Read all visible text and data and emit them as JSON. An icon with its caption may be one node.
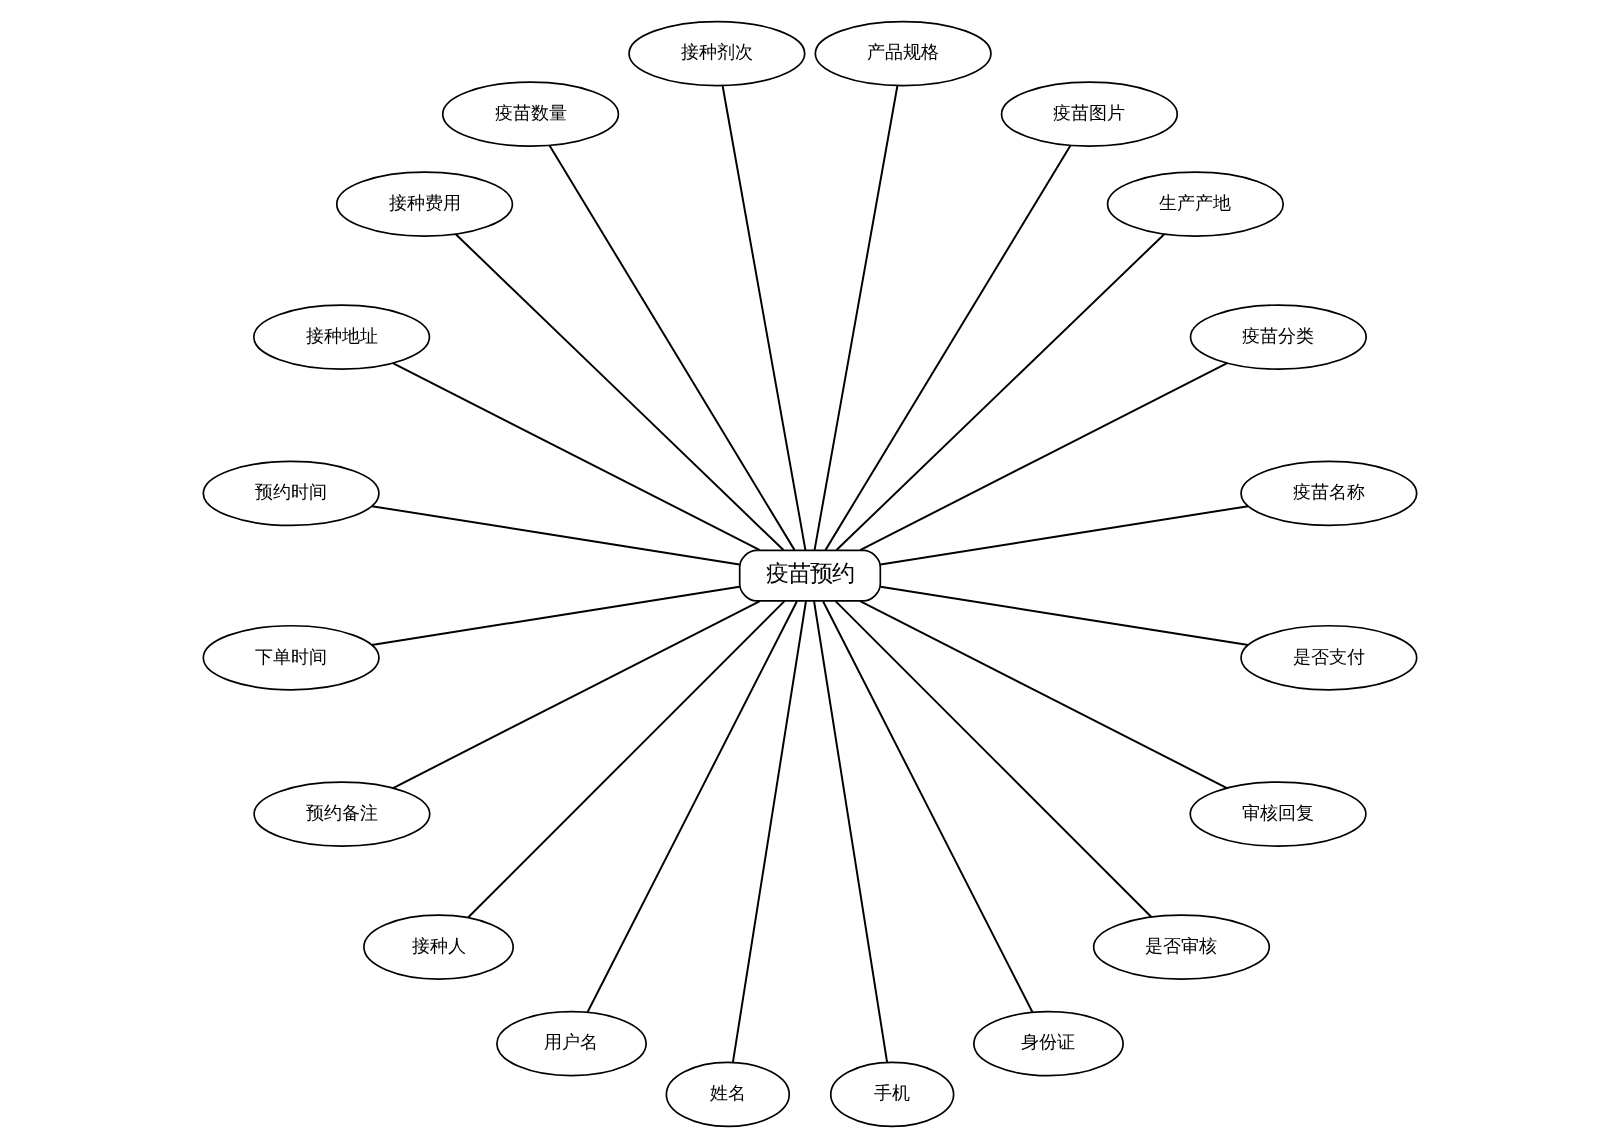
{
  "diagram": {
    "nodes": [
      {
        "text": [
          "疫苗预约"
        ]
      },
      {
        "text": [
          "疫苗名称"
        ]
      },
      {
        "text": [
          "疫苗分类"
        ]
      },
      {
        "text": [
          "生产产地"
        ]
      },
      {
        "text": [
          "疫苗图片"
        ]
      },
      {
        "text": [
          "产品规格"
        ]
      },
      {
        "text": [
          "接种剂次"
        ]
      },
      {
        "text": [
          "疫苗数量"
        ]
      },
      {
        "text": [
          "接种费用"
        ]
      },
      {
        "text": [
          "接种地址"
        ]
      },
      {
        "text": [
          "预约时间"
        ]
      },
      {
        "text": [
          "下单时间"
        ]
      },
      {
        "text": [
          "预约备注"
        ]
      },
      {
        "text": [
          "接种人"
        ]
      },
      {
        "text": [
          "用户名"
        ]
      },
      {
        "text": [
          "姓名"
        ]
      },
      {
        "text": [
          "手机"
        ]
      },
      {
        "text": [
          "身份证"
        ]
      },
      {
        "text": [
          "是否审核"
        ]
      },
      {
        "text": [
          "审核回复"
        ]
      },
      {
        "text": [
          "是否支付"
        ]
      }
    ],
    "edges": [
      {
        "from": 0,
        "to": 1,
        "arrow": "none"
      },
      {
        "from": 0,
        "to": 2,
        "arrow": "none"
      },
      {
        "from": 0,
        "to": 3,
        "arrow": "none"
      },
      {
        "from": 0,
        "to": 4,
        "arrow": "none"
      },
      {
        "from": 0,
        "to": 5,
        "arrow": "none"
      },
      {
        "from": 0,
        "to": 6,
        "arrow": "none"
      },
      {
        "from": 0,
        "to": 7,
        "arrow": "none"
      },
      {
        "from": 0,
        "to": 8,
        "arrow": "none"
      },
      {
        "from": 0,
        "to": 9,
        "arrow": "none"
      },
      {
        "from": 0,
        "to": 10,
        "arrow": "none"
      },
      {
        "from": 0,
        "to": 11,
        "arrow": "none"
      },
      {
        "from": 0,
        "to": 12,
        "arrow": "none"
      },
      {
        "from": 0,
        "to": 13,
        "arrow": "none"
      },
      {
        "from": 0,
        "to": 14,
        "arrow": "none"
      },
      {
        "from": 0,
        "to": 15,
        "arrow": "none"
      },
      {
        "from": 0,
        "to": 16,
        "arrow": "none"
      },
      {
        "from": 0,
        "to": 17,
        "arrow": "none"
      },
      {
        "from": 0,
        "to": 18,
        "arrow": "none"
      },
      {
        "from": 0,
        "to": 19,
        "arrow": "none"
      },
      {
        "from": 0,
        "to": 20,
        "arrow": "none"
      }
    ]
  }
}
